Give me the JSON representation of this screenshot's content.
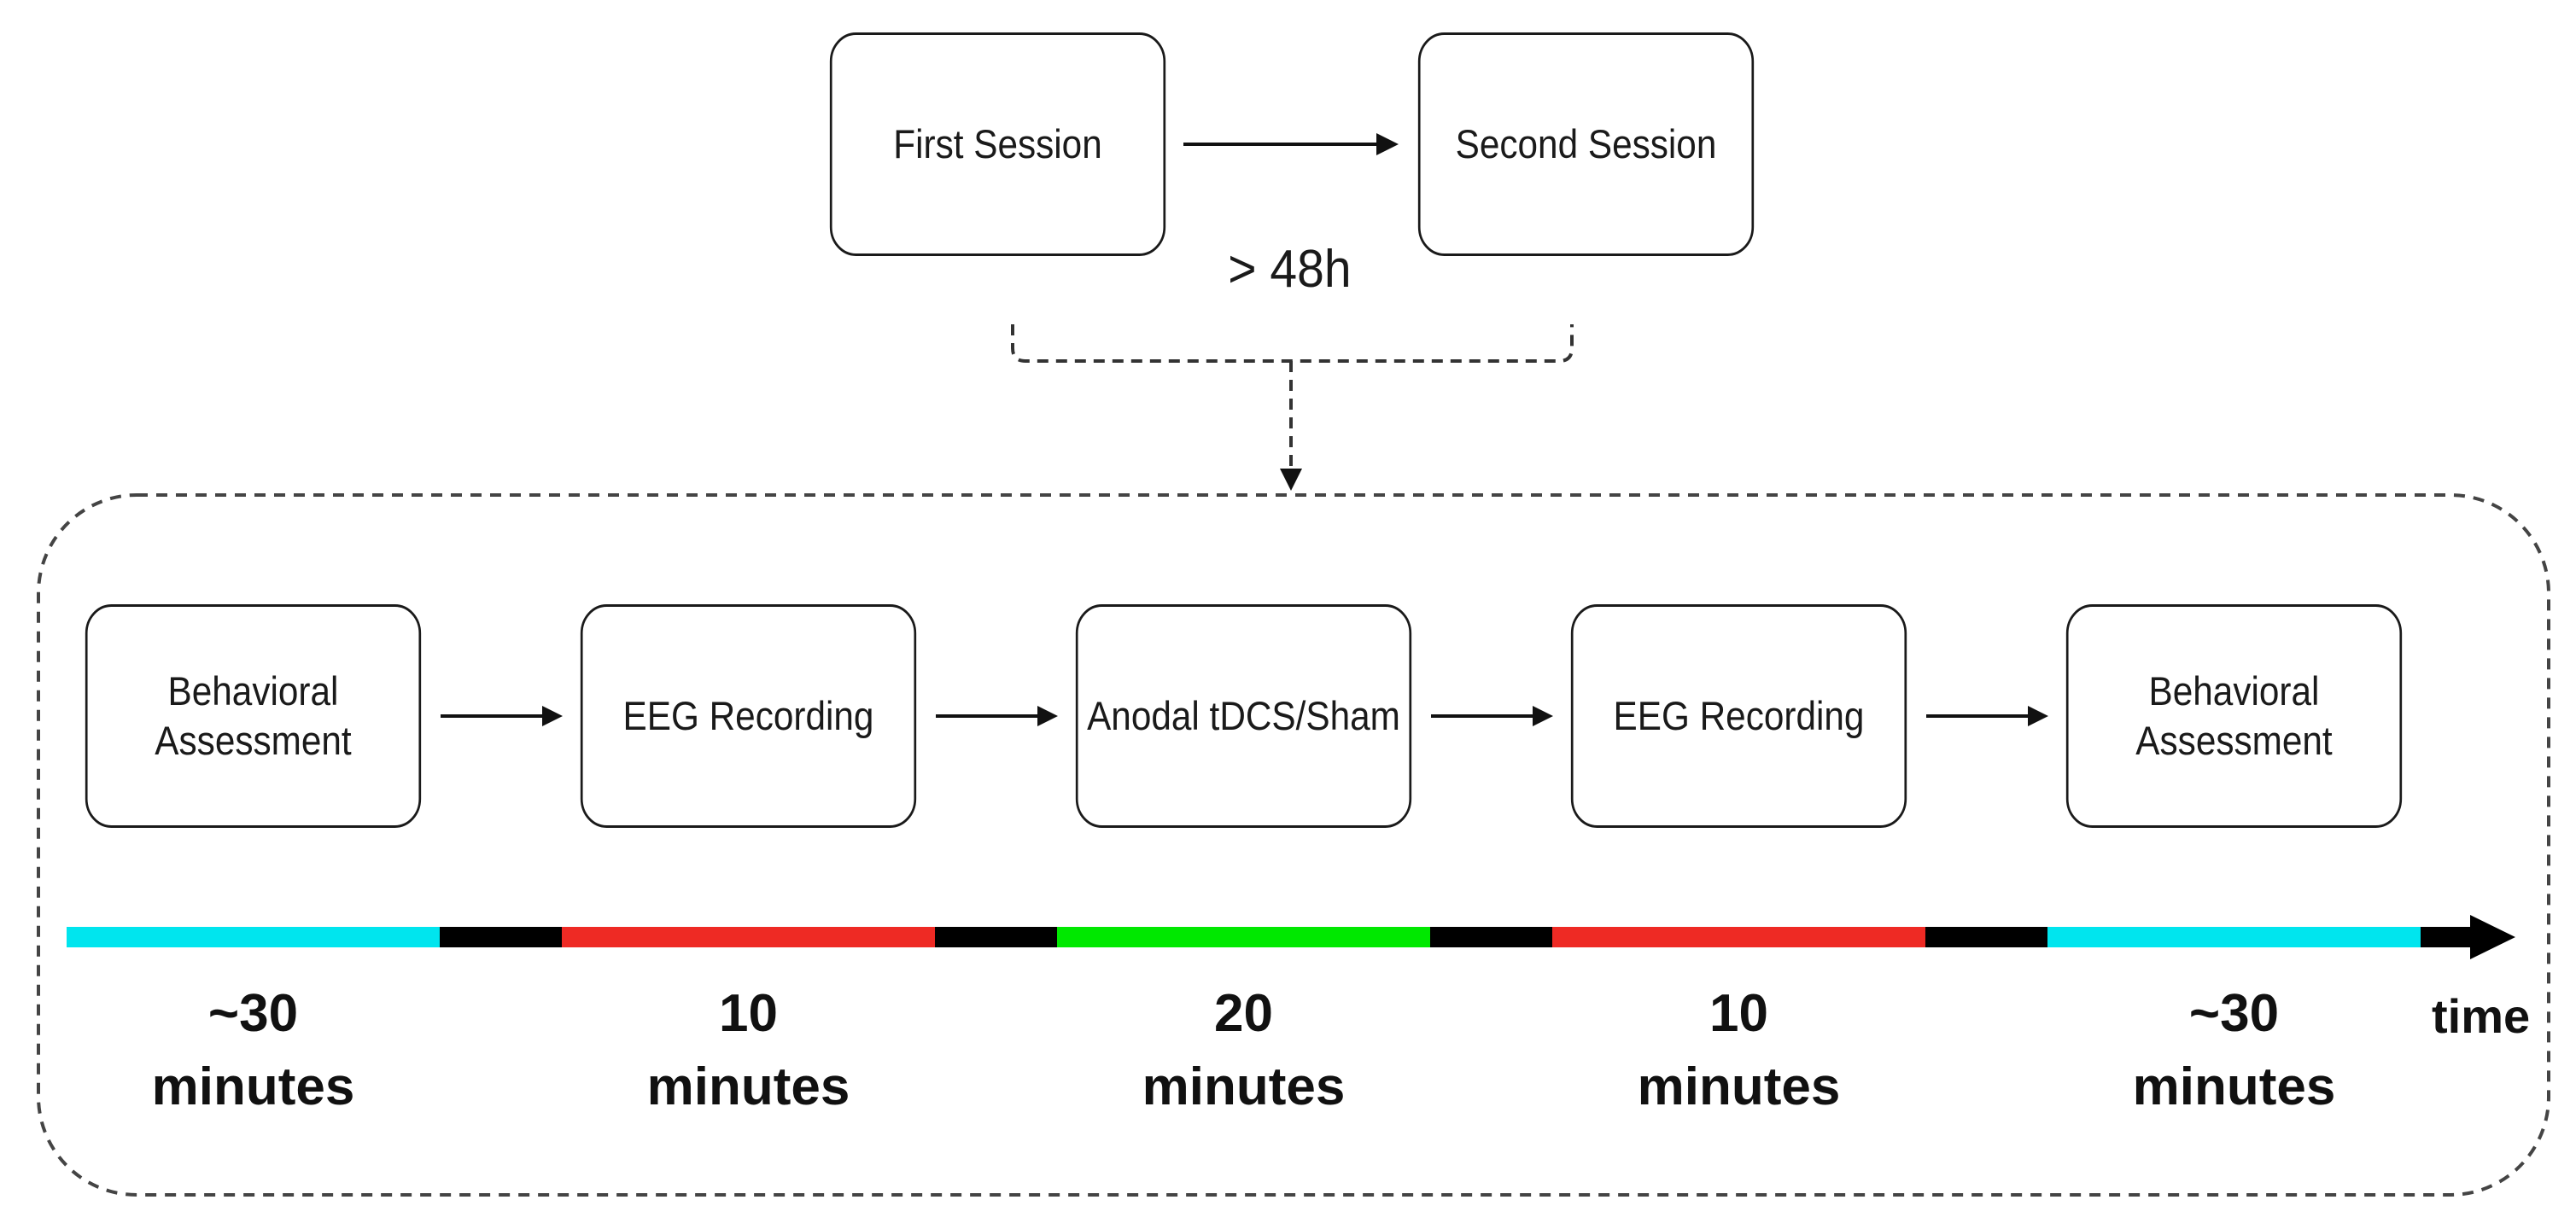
{
  "sessions": {
    "first": "First Session",
    "second": "Second Session",
    "gap": "> 48h"
  },
  "procedure": {
    "steps": [
      {
        "label": "Behavioral\nAssessment",
        "duration": "~30\nminutes",
        "color": "#00e5ee"
      },
      {
        "label": "EEG Recording",
        "duration": "10\nminutes",
        "color": "#ee2a24"
      },
      {
        "label": "Anodal tDCS/Sham",
        "duration": "20\nminutes",
        "color": "#00e800"
      },
      {
        "label": "EEG Recording",
        "duration": "10\nminutes",
        "color": "#ee2a24"
      },
      {
        "label": "Behavioral\nAssessment",
        "duration": "~30\nminutes",
        "color": "#00e5ee"
      }
    ],
    "gap_color": "#000000",
    "axis_label": "time"
  }
}
